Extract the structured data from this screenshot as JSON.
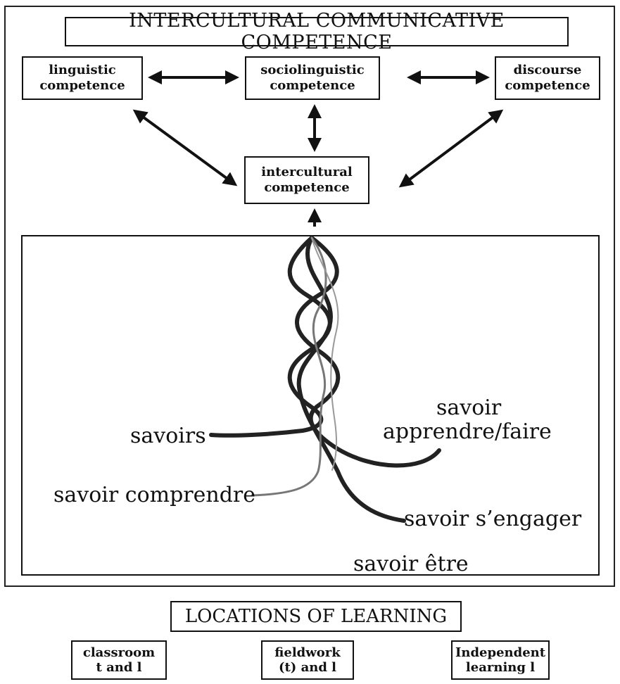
{
  "title": "INTERCULTURAL COMMUNICATIVE COMPETENCE",
  "competences": {
    "linguistic": [
      "linguistic",
      "competence"
    ],
    "sociolinguistic": [
      "sociolinguistic",
      "competence"
    ],
    "discourse": [
      "discourse",
      "competence"
    ],
    "intercultural": [
      "intercultural",
      "competence"
    ]
  },
  "strands": {
    "savoirs": "savoirs",
    "savoir_apprendre_1": "savoir",
    "savoir_apprendre_2": "apprendre/faire",
    "savoir_comprendre": "savoir comprendre",
    "savoir_sengager": "savoir s’engager",
    "savoir_etre": "savoir être"
  },
  "locations": {
    "title": "LOCATIONS OF LEARNING",
    "classroom": [
      "classroom",
      "t and l"
    ],
    "fieldwork": [
      "fieldwork",
      "(t) and l"
    ],
    "independent": [
      "Independent",
      "learning l"
    ]
  }
}
